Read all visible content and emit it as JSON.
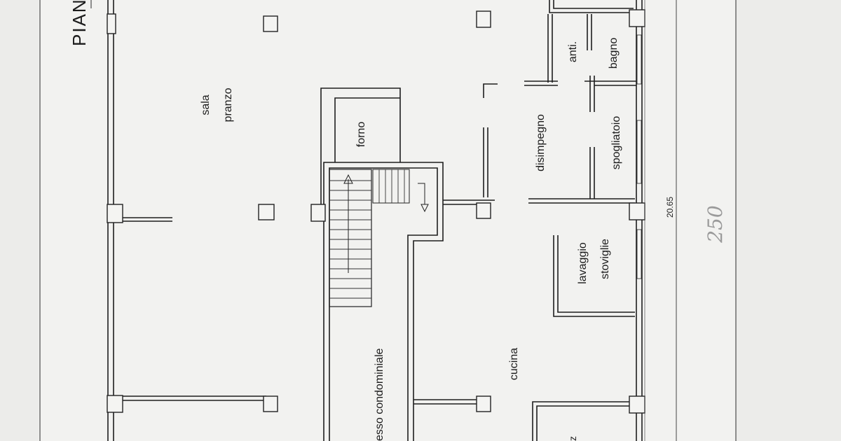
{
  "plan": {
    "title_fragment": "PIAN",
    "dimension": "20.65",
    "margin_note": "250",
    "rooms": {
      "sala_pranzo_line1": "sala",
      "sala_pranzo_line2": "pranzo",
      "forno": "forno",
      "disimpegno": "disimpegno",
      "anti": "anti.",
      "bagno": "bagno",
      "spogliatoio": "spogliatoio",
      "lavaggio_line1": "lavaggio",
      "lavaggio_line2": "stoviglie",
      "accesso": "esso condominiale",
      "cucina": "cucina"
    },
    "colors": {
      "paper": "#ececea",
      "ink": "#1e1e1e",
      "note": "#9a9a9a"
    }
  }
}
